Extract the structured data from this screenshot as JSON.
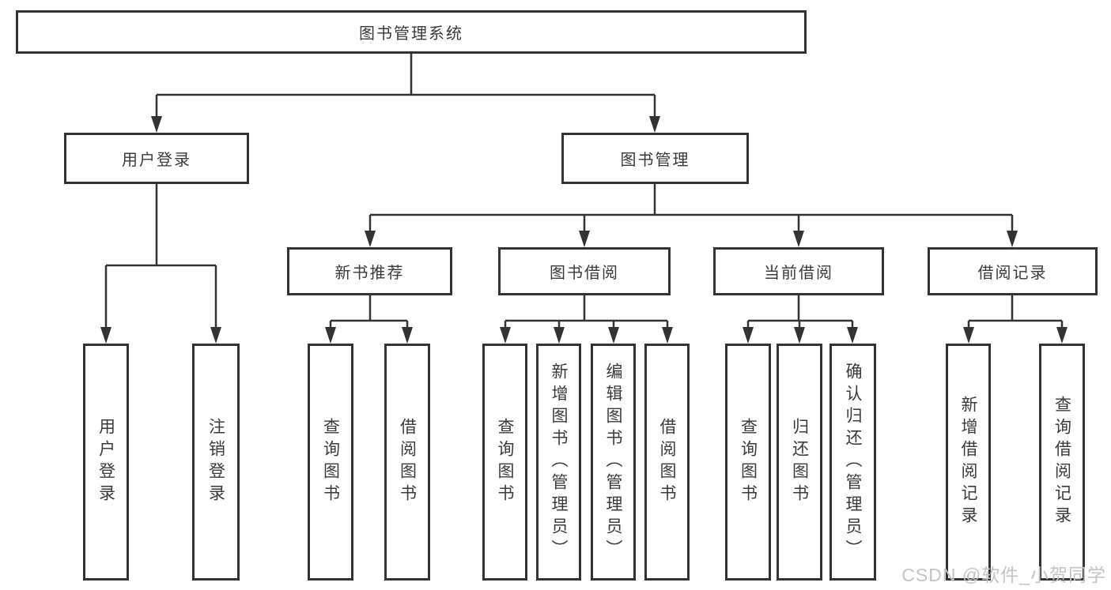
{
  "tree": {
    "root": {
      "label": "图书管理系统"
    },
    "branches": [
      {
        "label": "用户登录",
        "leaves": [
          {
            "label": "用户登录"
          },
          {
            "label": "注销登录"
          }
        ]
      },
      {
        "label": "图书管理",
        "groups": [
          {
            "label": "新书推荐",
            "leaves": [
              {
                "label": "查询图书"
              },
              {
                "label": "借阅图书"
              }
            ]
          },
          {
            "label": "图书借阅",
            "leaves": [
              {
                "label": "查询图书"
              },
              {
                "label": "新增图书（管理员）"
              },
              {
                "label": "编辑图书（管理员）"
              },
              {
                "label": "借阅图书"
              }
            ]
          },
          {
            "label": "当前借阅",
            "leaves": [
              {
                "label": "查询图书"
              },
              {
                "label": "归还图书"
              },
              {
                "label": "确认归还（管理员）"
              }
            ]
          },
          {
            "label": "借阅记录",
            "leaves": [
              {
                "label": "新增借阅记录"
              },
              {
                "label": "查询借阅记录"
              }
            ]
          }
        ]
      }
    ]
  },
  "watermark": {
    "text": "CSDN @软件_小贺同学"
  },
  "colors": {
    "line": "#333333",
    "border": "#333333",
    "fill": "#ffffff",
    "text": "#3a3a3a",
    "watermark": "#c4c4c4",
    "background": "#ffffff"
  }
}
